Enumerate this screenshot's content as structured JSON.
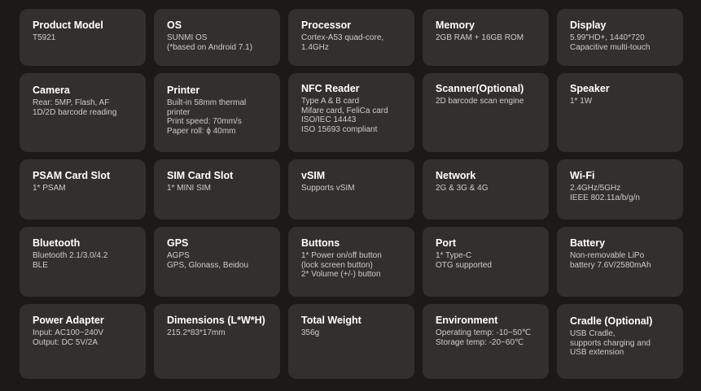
{
  "specs": [
    {
      "title": "Product Model",
      "value": "T5921"
    },
    {
      "title": "OS",
      "value": "SUNMI OS\n (*based on Android 7.1)"
    },
    {
      "title": "Processor",
      "value": "Cortex-A53 quad-core,\n1.4GHz"
    },
    {
      "title": "Memory",
      "value": "2GB RAM + 16GB ROM"
    },
    {
      "title": "Display",
      "value": "5.99\"HD+, 1440*720\nCapacitive multi-touch"
    },
    {
      "title": "Camera",
      "value": "Rear: 5MP, Flash, AF\n1D/2D barcode reading"
    },
    {
      "title": "Printer",
      "value": "Built-in 58mm thermal\nprinter\nPrint speed: 70mm/s\nPaper roll: ϕ 40mm"
    },
    {
      "title": "NFC Reader",
      "value": "Type A & B card\nMifare card, FeliCa card\nISO/IEC 14443\nISO 15693 compliant"
    },
    {
      "title": "Scanner(Optional)",
      "value": "2D barcode scan engine"
    },
    {
      "title": "Speaker",
      "value": "1* 1W"
    },
    {
      "title": "PSAM Card Slot",
      "value": "1* PSAM"
    },
    {
      "title": "SIM Card Slot",
      "value": "1* MINI SIM"
    },
    {
      "title": "vSIM",
      "value": "Supports vSIM"
    },
    {
      "title": "Network",
      "value": "2G & 3G & 4G"
    },
    {
      "title": "Wi-Fi",
      "value": "2.4GHz/5GHz\nIEEE 802.11a/b/g/n"
    },
    {
      "title": "Bluetooth",
      "value": "Bluetooth 2.1/3.0/4.2\nBLE"
    },
    {
      "title": "GPS",
      "value": "AGPS\nGPS, Glonass, Beidou"
    },
    {
      "title": "Buttons",
      "value": "1* Power on/off button\n (lock screen button)\n2* Volume (+/-) button"
    },
    {
      "title": "Port",
      "value": "1* Type-C\nOTG supported"
    },
    {
      "title": "Battery",
      "value": "Non-removable LiPo\nbattery 7.6V/2580mAh"
    },
    {
      "title": "Power Adapter",
      "value": "Input: AC100~240V\nOutput: DC 5V/2A"
    },
    {
      "title": "Dimensions (L*W*H)",
      "value": "215.2*83*17mm"
    },
    {
      "title": "Total Weight",
      "value": "356g"
    },
    {
      "title": "Environment",
      "value": "Operating temp: -10~50℃\nStorage temp: -20~60℃"
    },
    {
      "title": "Cradle (Optional)",
      "value": "USB Cradle,\nsupports charging and\nUSB extension"
    }
  ],
  "colors": {
    "background": "#1c1917",
    "card": "#32302e",
    "title": "#ffffff",
    "value": "#cfcbc8"
  }
}
